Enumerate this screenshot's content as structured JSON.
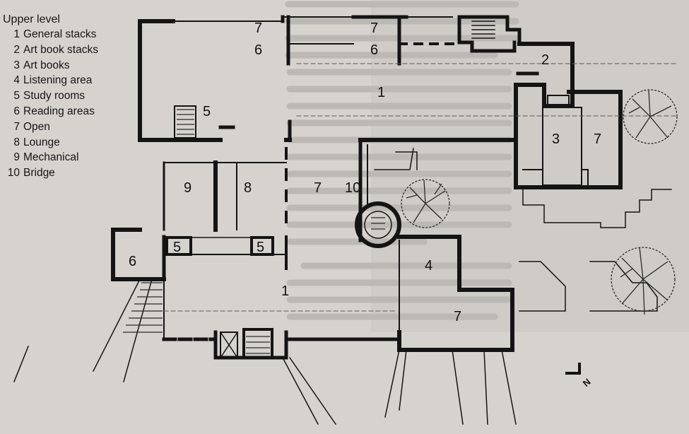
{
  "legend": {
    "title": "Upper level",
    "items": [
      {
        "num": "1",
        "label": "General stacks"
      },
      {
        "num": "2",
        "label": "Art book stacks"
      },
      {
        "num": "3",
        "label": "Art books"
      },
      {
        "num": "4",
        "label": "Listening area"
      },
      {
        "num": "5",
        "label": "Study rooms"
      },
      {
        "num": "6",
        "label": "Reading areas"
      },
      {
        "num": "7",
        "label": "Open"
      },
      {
        "num": "8",
        "label": "Lounge"
      },
      {
        "num": "9",
        "label": "Mechanical"
      },
      {
        "num": "10",
        "label": "Bridge"
      }
    ]
  },
  "room_labels": [
    {
      "text": "7"
    },
    {
      "text": "6"
    },
    {
      "text": "7"
    },
    {
      "text": "6"
    },
    {
      "text": "2"
    },
    {
      "text": "1"
    },
    {
      "text": "5"
    },
    {
      "text": "3"
    },
    {
      "text": "7"
    },
    {
      "text": "9"
    },
    {
      "text": "8"
    },
    {
      "text": "7"
    },
    {
      "text": "10"
    },
    {
      "text": "6"
    },
    {
      "text": "5"
    },
    {
      "text": "5"
    },
    {
      "text": "4"
    },
    {
      "text": "1"
    },
    {
      "text": "7"
    }
  ],
  "north_arrow_label": "N",
  "colors": {
    "paper": "#d6d3cf",
    "wall": "#141414",
    "line": "#3a3a3a",
    "ghost_text": "#b3b0ac"
  }
}
